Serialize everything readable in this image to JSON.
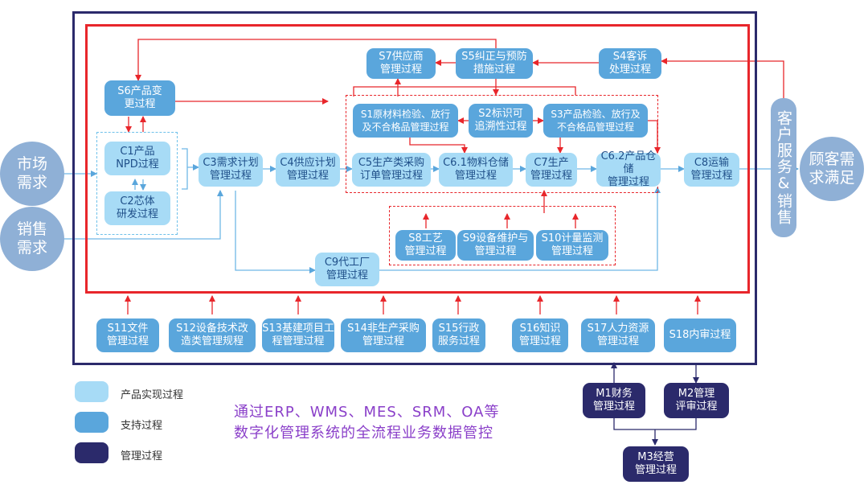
{
  "boxes": {
    "s6": "S6产品变\n更过程",
    "s7": "S7供应商\n管理过程",
    "s5": "S5纠正与预防\n措施过程",
    "s4": "S4客诉\n处理过程",
    "s1": "S1原材料检验、放行\n及不合格品管理过程",
    "s2": "S2标识可\n追溯性过程",
    "s3": "S3产品检验、放行及\n不合格品管理过程",
    "c1": "C1产品\nNPD过程",
    "c2": "C2芯体\n研发过程",
    "c3": "C3需求计划\n管理过程",
    "c4": "C4供应计划\n管理过程",
    "c5": "C5生产类采购\n订单管理过程",
    "c61": "C6.1物料仓储\n管理过程",
    "c7": "C7生产\n管理过程",
    "c62": "C6.2产品仓储\n管理过程",
    "c8": "C8运输\n管理过程",
    "s8": "S8工艺\n管理过程",
    "s9": "S9设备维护与\n管理过程",
    "s10": "S10计量监测\n管理过程",
    "c9": "C9代工厂\n管理过程",
    "s11": "S11文件\n管理过程",
    "s12": "S12设备技术改\n造类管理规程",
    "s13": "S13基建项目工\n程管理过程",
    "s14": "S14非生产采购\n管理过程",
    "s15": "S15行政\n服务过程",
    "s16": "S16知识\n管理过程",
    "s17": "S17人力资源\n管理过程",
    "s18": "S18内审过程",
    "m1": "M1财务\n管理过程",
    "m2": "M2管理\n评审过程",
    "m3": "M3经营\n管理过程"
  },
  "inputs": {
    "market": "市场\n需求",
    "sales": "销售\n需求",
    "customer_service": "客户服务&销售",
    "satisfaction": "顾客需\n求满足"
  },
  "legend": {
    "realization": "产品实现过程",
    "support": "支持过程",
    "management": "管理过程"
  },
  "slogan": {
    "line1": "通过ERP、WMS、MES、SRM、OA等",
    "line2": "数字化管理系统的全流程业务数据管控"
  },
  "colors": {
    "navy": "#2b2a6b",
    "red": "#e8262b",
    "support_blue": "#5aa6dc",
    "realization_blue": "#a7dbf6",
    "circle_blue": "#8fb0d6",
    "slogan_purple": "#8a3fc9"
  }
}
